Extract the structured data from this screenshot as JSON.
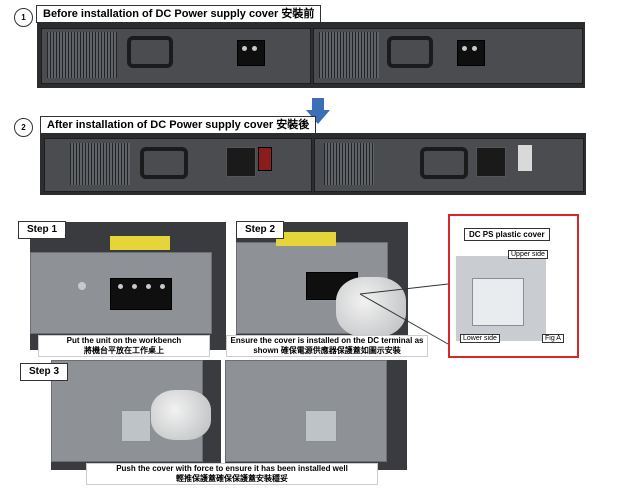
{
  "section1": {
    "number": "1",
    "title": "Before installation of DC Power supply cover 安裝前"
  },
  "section2": {
    "number": "2",
    "title": "After installation of DC Power supply cover 安裝後"
  },
  "steps": {
    "step1": {
      "label": "Step 1",
      "caption_en": "Put the unit on the workbench",
      "caption_zh": "將機台平放在工作桌上"
    },
    "step2": {
      "label": "Step 2",
      "caption_en": "Ensure the  cover is installed on the DC  terminal as",
      "caption_zh": "shown 確保電源供應器保護蓋如圖示安裝"
    },
    "step3": {
      "label": "Step 3",
      "caption_en": "Push the cover with force to ensure it has been installed well",
      "caption_zh": "輕推保護蓋確保保護蓋安裝穩妥"
    }
  },
  "cover_detail": {
    "title": "DC PS plastic cover",
    "upper": "Upper side",
    "lower": "Lower side",
    "fig": "Fig A"
  },
  "colors": {
    "arrow": "#3b6fb6",
    "highlight_border": "#d8262b",
    "sticker": "#e6d53a"
  }
}
